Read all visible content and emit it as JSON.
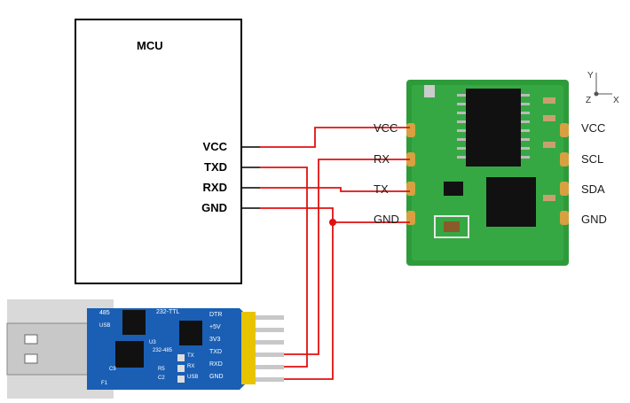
{
  "mcu": {
    "title": "MCU",
    "pins": [
      "VCC",
      "TXD",
      "RXD",
      "GND"
    ]
  },
  "sensor": {
    "left_pins": [
      "VCC",
      "RX",
      "TX",
      "GND"
    ],
    "right_pins": [
      "VCC",
      "SCL",
      "SDA",
      "GND"
    ],
    "axes": {
      "y": "Y",
      "z": "Z",
      "x": "X"
    }
  },
  "usb_adapter": {
    "top_labels": [
      "485",
      "232-TTL"
    ],
    "mid_labels": [
      "USB",
      "U3",
      "232-485"
    ],
    "pin_labels": [
      "DTR",
      "+5V",
      "3V3",
      "TXD",
      "RXD",
      "GND"
    ],
    "led_labels": [
      "TX",
      "RX",
      "USB"
    ],
    "parts": [
      "C9",
      "C2",
      "R5",
      "F1"
    ]
  },
  "colors": {
    "wire": "#e01010",
    "pcb_green": "#2e9b3a",
    "pcb_blue": "#1a5fb4",
    "gold": "#e8c400"
  }
}
